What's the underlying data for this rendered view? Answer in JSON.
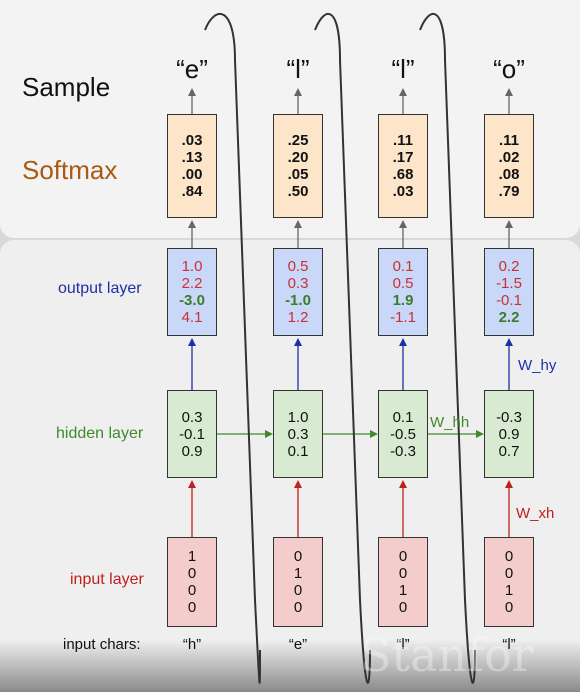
{
  "row_labels": {
    "sample": "Sample",
    "softmax": "Softmax",
    "output": "output layer",
    "hidden": "hidden layer",
    "input": "input layer",
    "input_chars": "input chars:"
  },
  "weights": {
    "w_hh": "W_hh",
    "w_hy": "W_hy",
    "w_xh": "W_xh"
  },
  "columns": [
    {
      "sampled": "“e”",
      "softmax": [
        ".03",
        ".13",
        ".00",
        ".84"
      ],
      "output": [
        "1.0",
        "2.2",
        "-3.0",
        "4.1"
      ],
      "hidden": [
        "0.3",
        "-0.1",
        "0.9"
      ],
      "input": [
        "1",
        "0",
        "0",
        "0"
      ],
      "char": "“h”"
    },
    {
      "sampled": "“l”",
      "softmax": [
        ".25",
        ".20",
        ".05",
        ".50"
      ],
      "output": [
        "0.5",
        "0.3",
        "-1.0",
        "1.2"
      ],
      "hidden": [
        "1.0",
        "0.3",
        "0.1"
      ],
      "input": [
        "0",
        "1",
        "0",
        "0"
      ],
      "char": "“e”"
    },
    {
      "sampled": "“l”",
      "softmax": [
        ".11",
        ".17",
        ".68",
        ".03"
      ],
      "output": [
        "0.1",
        "0.5",
        "1.9",
        "-1.1"
      ],
      "hidden": [
        "0.1",
        "-0.5",
        "-0.3"
      ],
      "input": [
        "0",
        "0",
        "1",
        "0"
      ],
      "char": "“l”"
    },
    {
      "sampled": "“o”",
      "softmax": [
        ".11",
        ".02",
        ".08",
        ".79"
      ],
      "output": [
        "0.2",
        "-1.5",
        "-0.1",
        "2.2"
      ],
      "hidden": [
        "-0.3",
        "0.9",
        "0.7"
      ],
      "input": [
        "0",
        "0",
        "1",
        "0"
      ],
      "char": "“l”"
    }
  ],
  "target_output_index": [
    2,
    2,
    2,
    3
  ],
  "colors": {
    "softmax_box": "#fce5c9",
    "output_box": "#c9d7f8",
    "hidden_box": "#d9ead3",
    "input_box": "#f4cccc",
    "correct_value": "#3a7d2a",
    "other_value": "#c83232"
  },
  "watermark": "Stanfor"
}
